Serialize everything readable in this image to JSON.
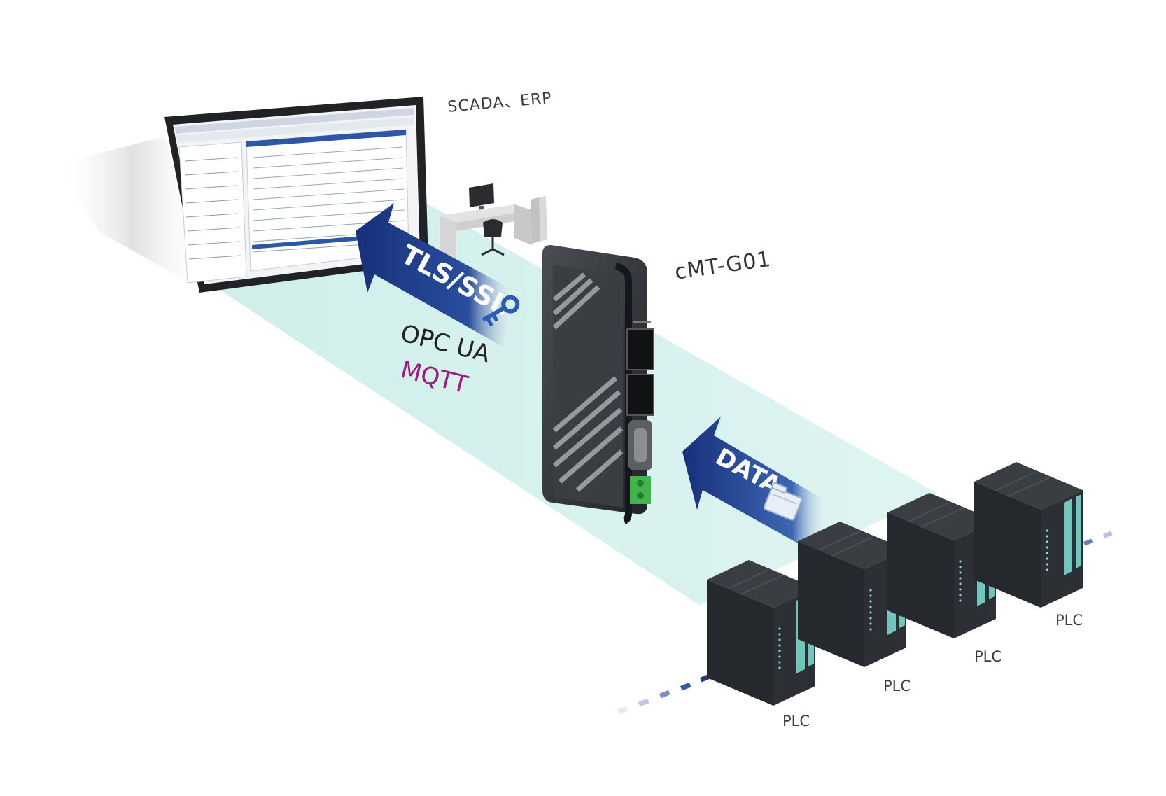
{
  "labels": {
    "scada_erp": "SCADA、ERP",
    "device": "cMT-G01",
    "arrow_secure": "TLS/SSL",
    "arrow_data": "DATA",
    "protocol_1": "OPC UA",
    "protocol_2": "MQTT",
    "plc": [
      "PLC",
      "PLC",
      "PLC",
      "PLC"
    ]
  },
  "icons": [
    "monitor-icon",
    "workstation-icon",
    "gateway-device-icon",
    "key-icon",
    "folder-icon",
    "plc-rack-icon"
  ],
  "colors": {
    "beam": "#cfeeea",
    "arrow_blue": "#1f3f8f",
    "mqtt": "#a0177d",
    "plc_body": "#2c2f33",
    "plc_accent": "#6fc6bd",
    "io_green": "#3fb54a"
  }
}
